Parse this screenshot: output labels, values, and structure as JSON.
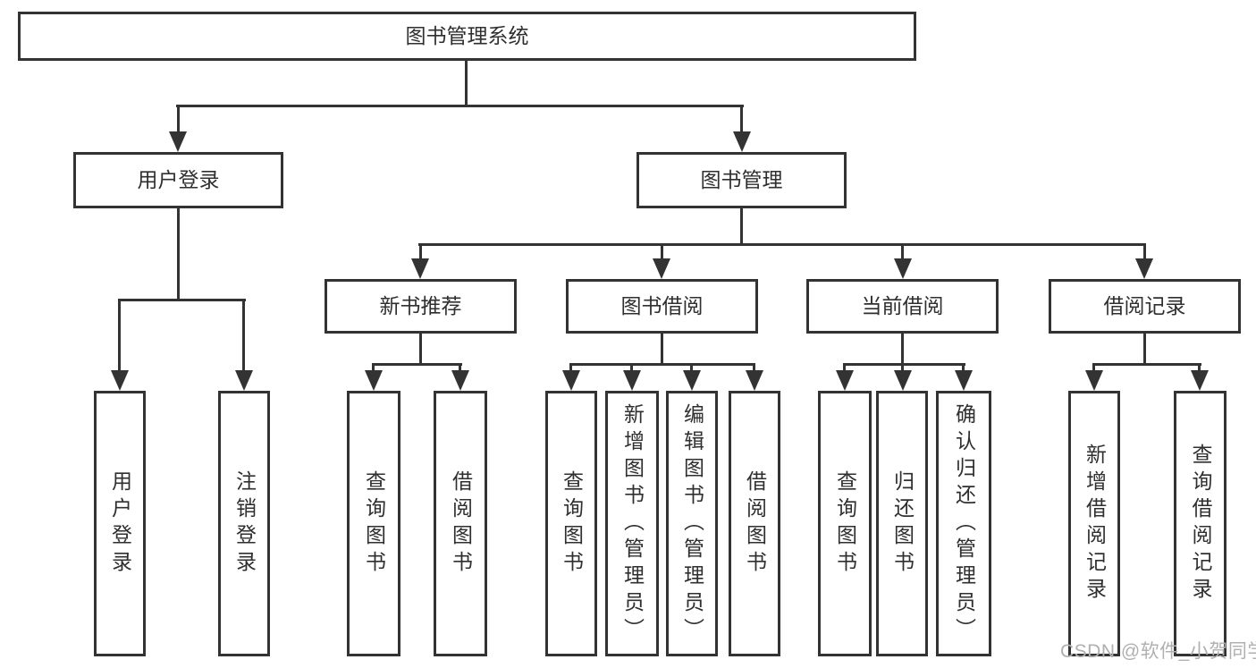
{
  "tree": {
    "label": "图书管理系统",
    "children": [
      {
        "label": "用户登录",
        "children": [
          {
            "label": "用户登录"
          },
          {
            "label": "注销登录"
          }
        ]
      },
      {
        "label": "图书管理",
        "children": [
          {
            "label": "新书推荐",
            "children": [
              {
                "label": "查询图书"
              },
              {
                "label": "借阅图书"
              }
            ]
          },
          {
            "label": "图书借阅",
            "children": [
              {
                "label": "查询图书"
              },
              {
                "label": "新增图书（管理员）"
              },
              {
                "label": "编辑图书（管理员）"
              },
              {
                "label": "借阅图书"
              }
            ]
          },
          {
            "label": "当前借阅",
            "children": [
              {
                "label": "查询图书"
              },
              {
                "label": "归还图书"
              },
              {
                "label": "确认归还（管理员）"
              }
            ]
          },
          {
            "label": "借阅记录",
            "children": [
              {
                "label": "新增借阅记录"
              },
              {
                "label": "查询借阅记录"
              }
            ]
          }
        ]
      }
    ]
  },
  "watermark": {
    "text": "CSDN @软件_小贺同学"
  },
  "colors": {
    "line": "#333333",
    "text": "#2f2f2f",
    "watermark": "#b0b0b0",
    "background": "#ffffff"
  }
}
